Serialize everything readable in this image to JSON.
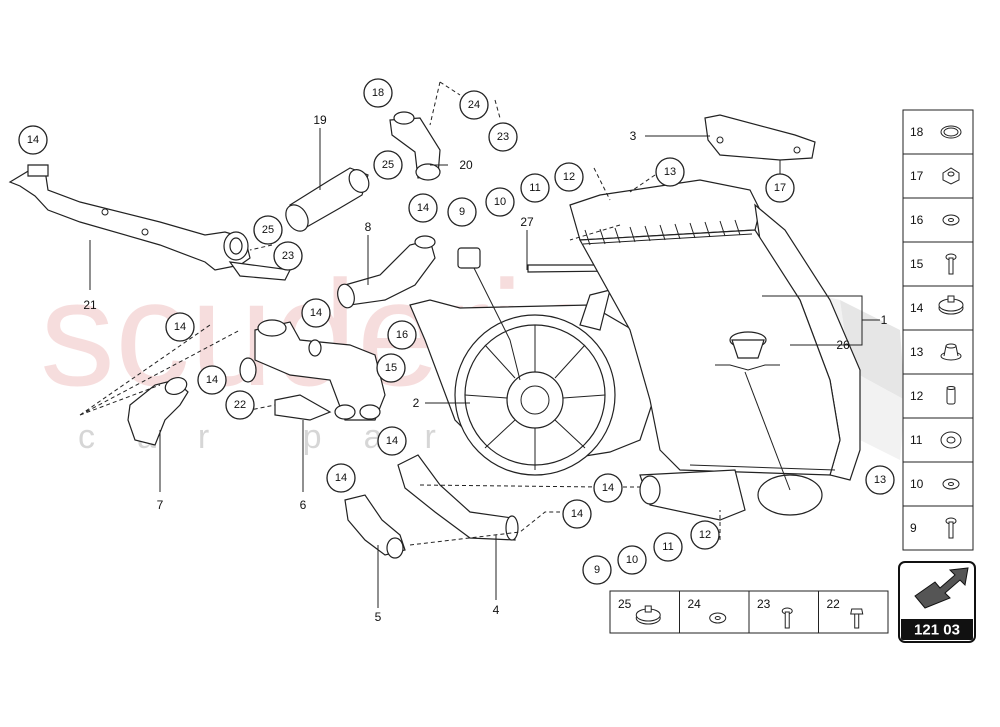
{
  "watermark": {
    "main": "scuderia",
    "sub": "car parts"
  },
  "page_badge": "121 03",
  "callouts": [
    "14",
    "18",
    "24",
    "23",
    "19",
    "25",
    "20",
    "13",
    "12",
    "11",
    "10",
    "9",
    "14",
    "27",
    "25",
    "23",
    "8",
    "14",
    "21",
    "14",
    "16",
    "15",
    "14",
    "2",
    "22",
    "14",
    "14",
    "12",
    "14",
    "10",
    "11",
    "9",
    "17",
    "3",
    "13"
  ],
  "ref_labels": [
    "21",
    "19",
    "20",
    "8",
    "7",
    "6",
    "5",
    "4",
    "3",
    "27",
    "2",
    "1",
    "26",
    "17"
  ],
  "legend_right": [
    {
      "num": "18",
      "icon": "ring-icon"
    },
    {
      "num": "17",
      "icon": "hex-nut-icon"
    },
    {
      "num": "16",
      "icon": "washer-icon"
    },
    {
      "num": "15",
      "icon": "bolt-icon"
    },
    {
      "num": "14",
      "icon": "hose-clamp-icon"
    },
    {
      "num": "13",
      "icon": "grommet-icon"
    },
    {
      "num": "12",
      "icon": "spacer-icon"
    },
    {
      "num": "11",
      "icon": "rubber-bush-icon"
    },
    {
      "num": "10",
      "icon": "flat-washer-icon"
    },
    {
      "num": "9",
      "icon": "screw-icon"
    }
  ],
  "legend_bottom": [
    {
      "num": "25",
      "icon": "clip-icon"
    },
    {
      "num": "24",
      "icon": "washer-icon"
    },
    {
      "num": "23",
      "icon": "bolt-icon"
    },
    {
      "num": "22",
      "icon": "flange-bolt-icon"
    }
  ],
  "colors": {
    "line": "#222222",
    "watermark": "#e8a0a0",
    "badge": "#111111"
  }
}
